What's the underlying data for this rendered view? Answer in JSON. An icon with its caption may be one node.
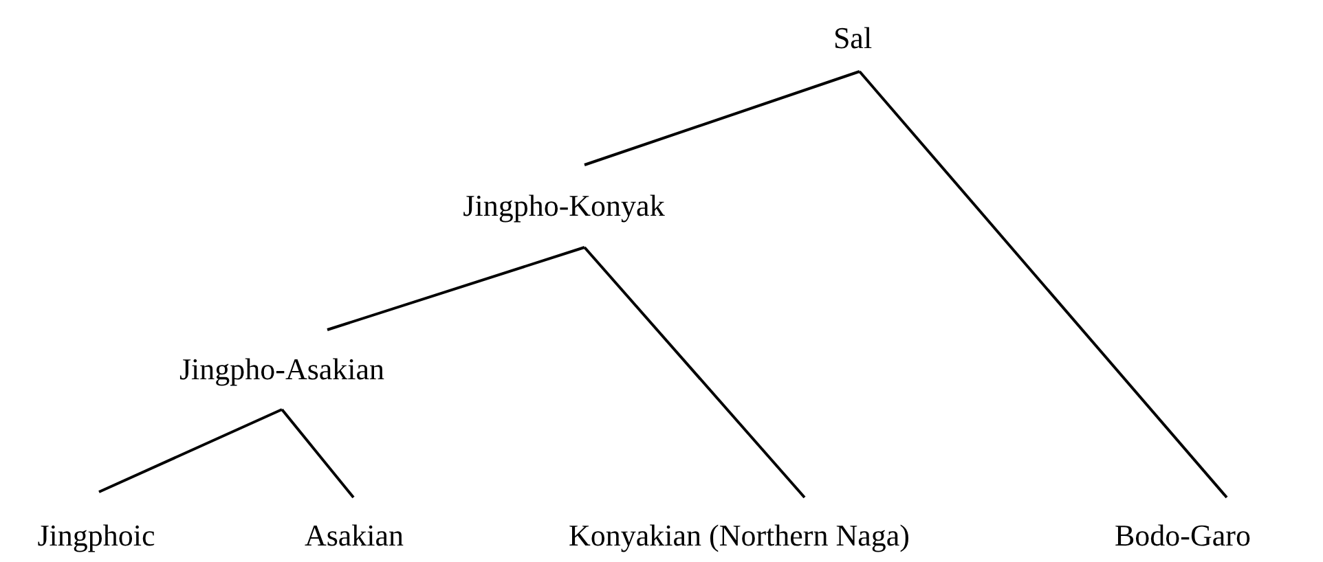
{
  "diagram": {
    "nodes": [
      {
        "text": [
          "Sal"
        ]
      },
      {
        "text": [
          "Jingpho-Konyak"
        ]
      },
      {
        "text": [
          "Bodo-Garo"
        ]
      },
      {
        "text": [
          "Jingpho-Asakian"
        ]
      },
      {
        "text": [
          "Konyakian (Northern Naga)"
        ]
      },
      {
        "text": [
          "Jingphoic"
        ]
      },
      {
        "text": [
          "Asakian"
        ]
      }
    ],
    "edges": [
      {
        "from": 0,
        "to": 1,
        "arrow": "none"
      },
      {
        "from": 0,
        "to": 2,
        "arrow": "none"
      },
      {
        "from": 1,
        "to": 3,
        "arrow": "none"
      },
      {
        "from": 1,
        "to": 4,
        "arrow": "none"
      },
      {
        "from": 3,
        "to": 5,
        "arrow": "none"
      },
      {
        "from": 3,
        "to": 6,
        "arrow": "none"
      }
    ]
  }
}
